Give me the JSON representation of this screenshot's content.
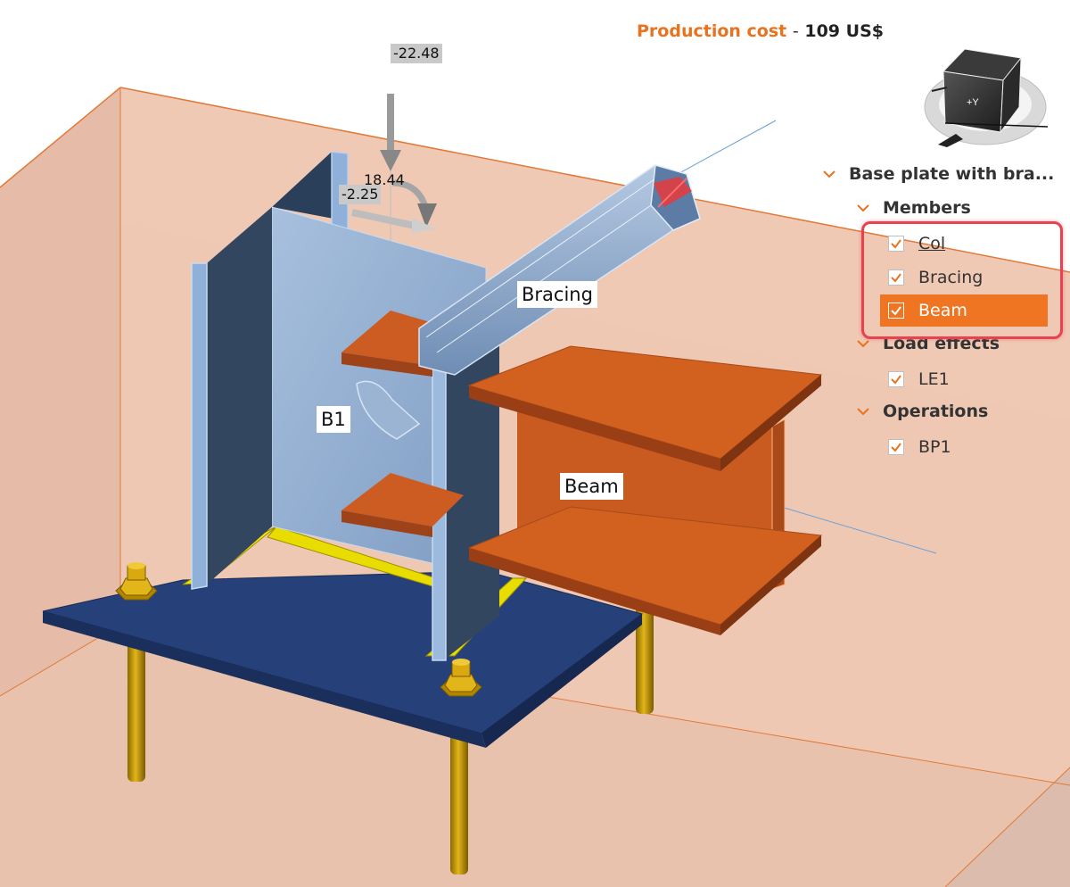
{
  "header": {
    "cost_label": "Production cost",
    "cost_separator": "-",
    "cost_value": "109 US$"
  },
  "loads": {
    "force_top": "-22.48",
    "moment": "18.44",
    "force_side": "-2.25"
  },
  "labels": {
    "bracing": "Bracing",
    "column": "B1",
    "beam": "Beam"
  },
  "nav_cube": {
    "face_label": "+Y"
  },
  "tree": {
    "root": "Base plate with bra...",
    "members_header": "Members",
    "members": [
      {
        "label": "Col",
        "checked": true
      },
      {
        "label": "Bracing",
        "checked": true
      },
      {
        "label": "Beam",
        "checked": true
      }
    ],
    "load_effects_header": "Load effects",
    "load_effects": [
      {
        "label": "LE1",
        "checked": true
      }
    ],
    "operations_header": "Operations",
    "operations": [
      {
        "label": "BP1",
        "checked": true
      }
    ]
  },
  "colors": {
    "accent": "#ef7523",
    "highlight": "#e8414f",
    "steel": "#7f9ec6",
    "plate": "#263e74",
    "beam": "#c85a20",
    "bolt": "#d6a812"
  }
}
